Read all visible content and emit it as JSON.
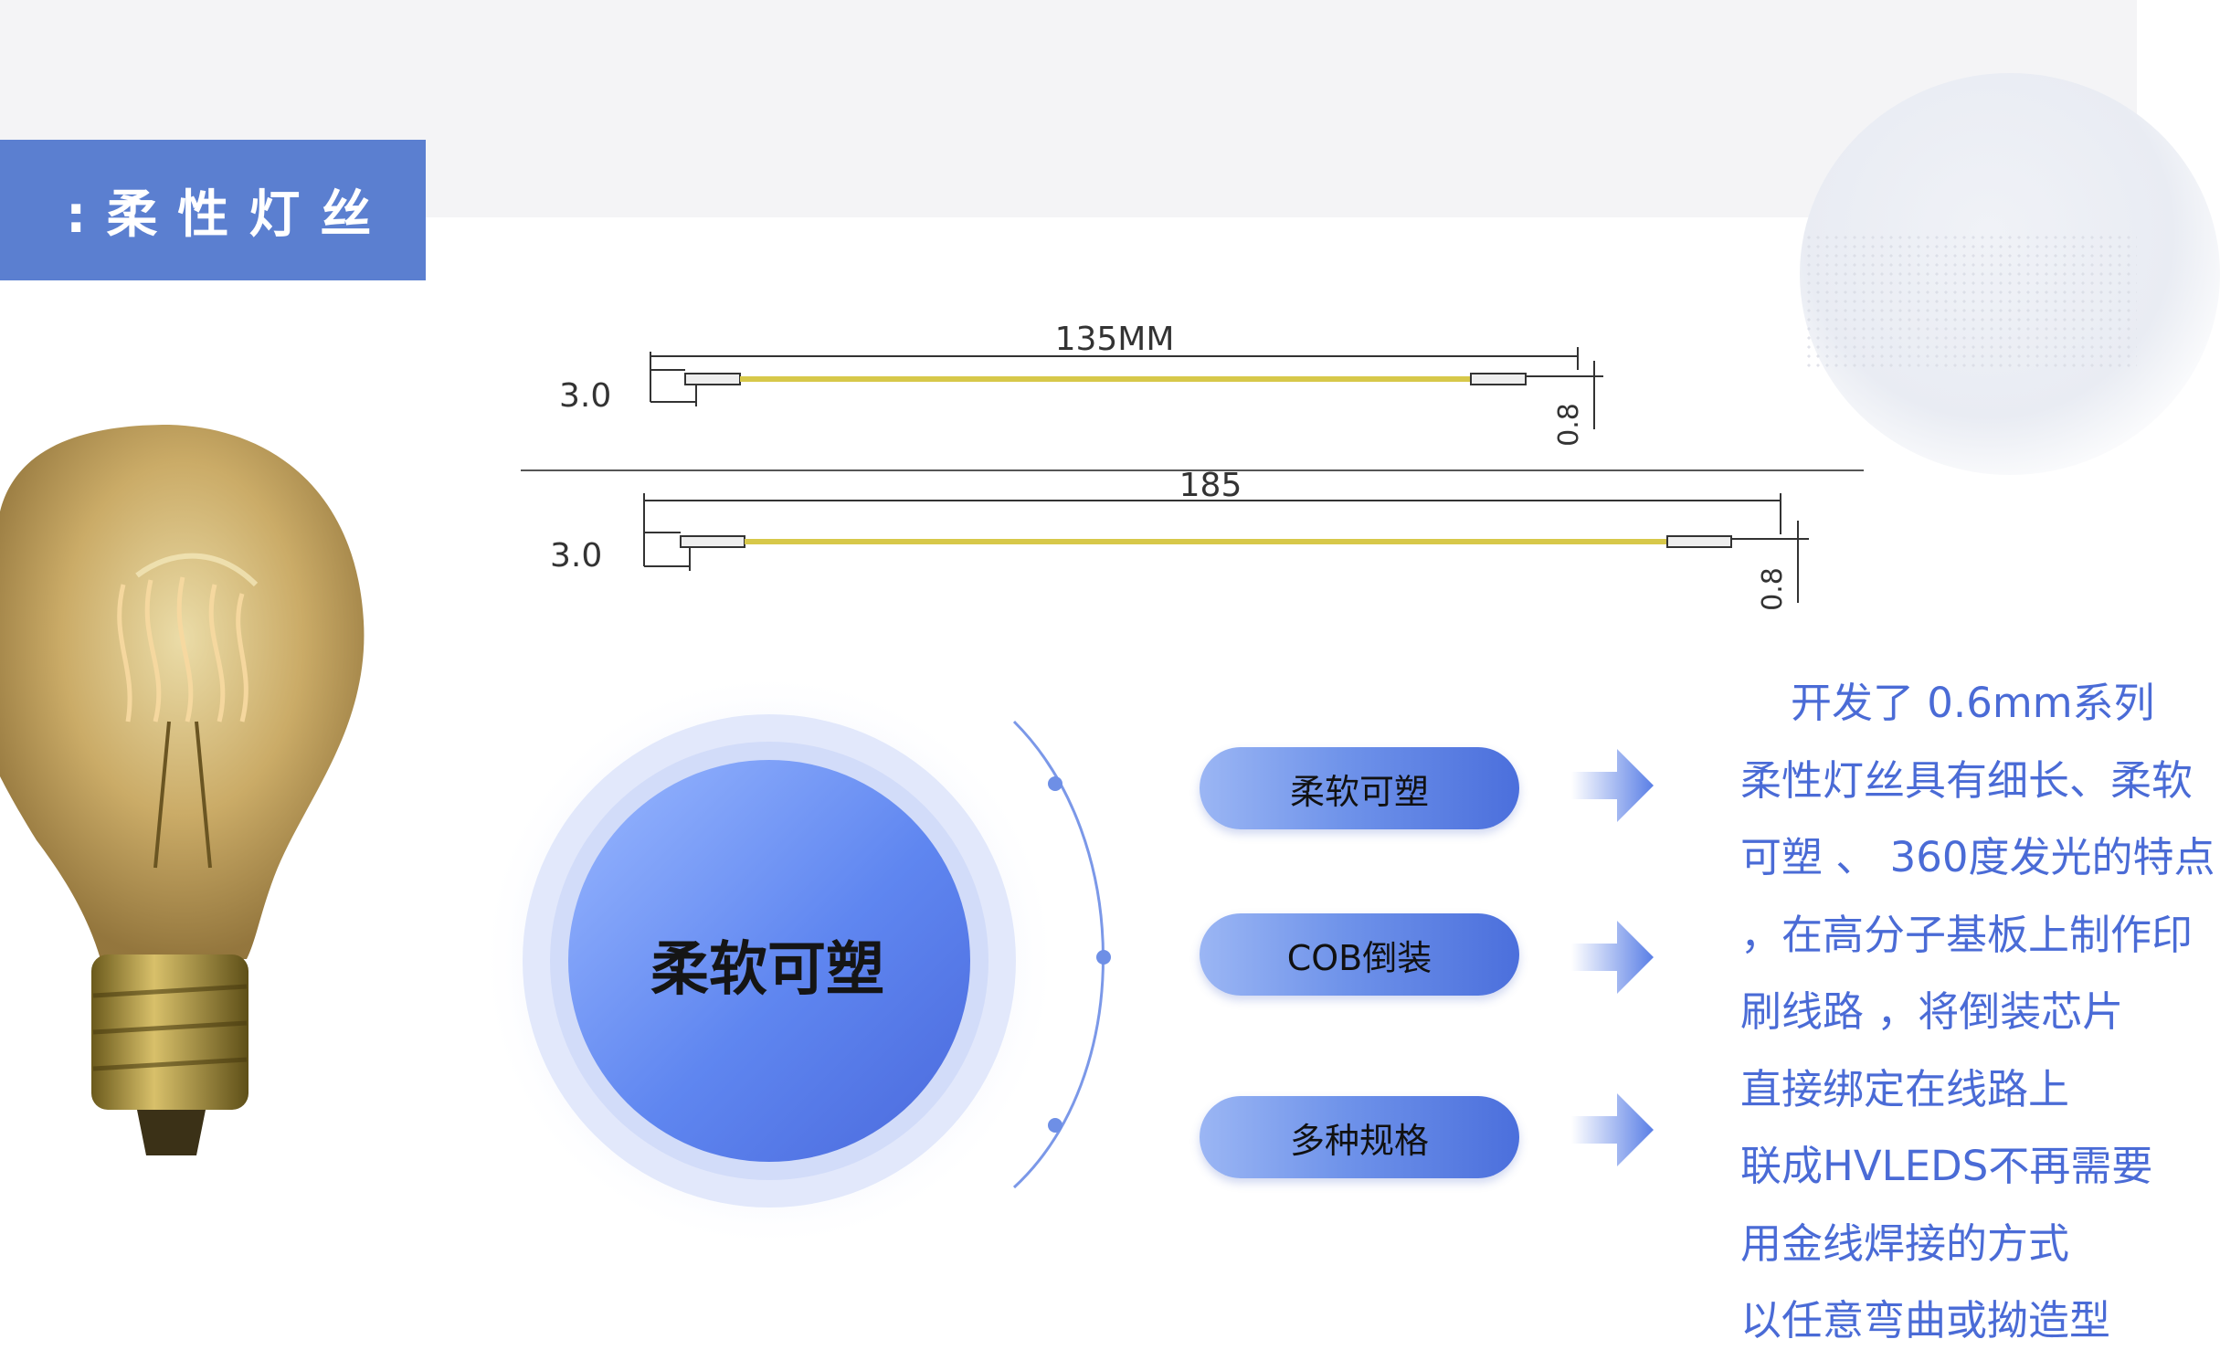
{
  "header": {
    "title": ":柔性灯丝"
  },
  "diagram": {
    "top": {
      "length": "135MM",
      "end_width": "3.0",
      "height": "0.8"
    },
    "bottom": {
      "length": "185",
      "end_width": "3.0",
      "height": "0.8"
    }
  },
  "features": {
    "center_label": "柔软可塑",
    "items": [
      {
        "label": "柔软可塑"
      },
      {
        "label": "COB倒装"
      },
      {
        "label": "多种规格"
      }
    ]
  },
  "description": {
    "lines": [
      "开发了 0.6mm系列",
      "柔性灯丝具有细长、柔软",
      "可塑 、 360度发光的特点",
      "，在高分子基板上制作印",
      "刷线路 ，将倒装芯片",
      "直接绑定在线路上",
      "联成HVLEDS不再需要",
      "用金线焊接的方式",
      "以任意弯曲或拗造型"
    ]
  },
  "colors": {
    "accent": "#5b7fd0",
    "text_blue": "#4a6bd6",
    "filament": "#d7c84a"
  }
}
